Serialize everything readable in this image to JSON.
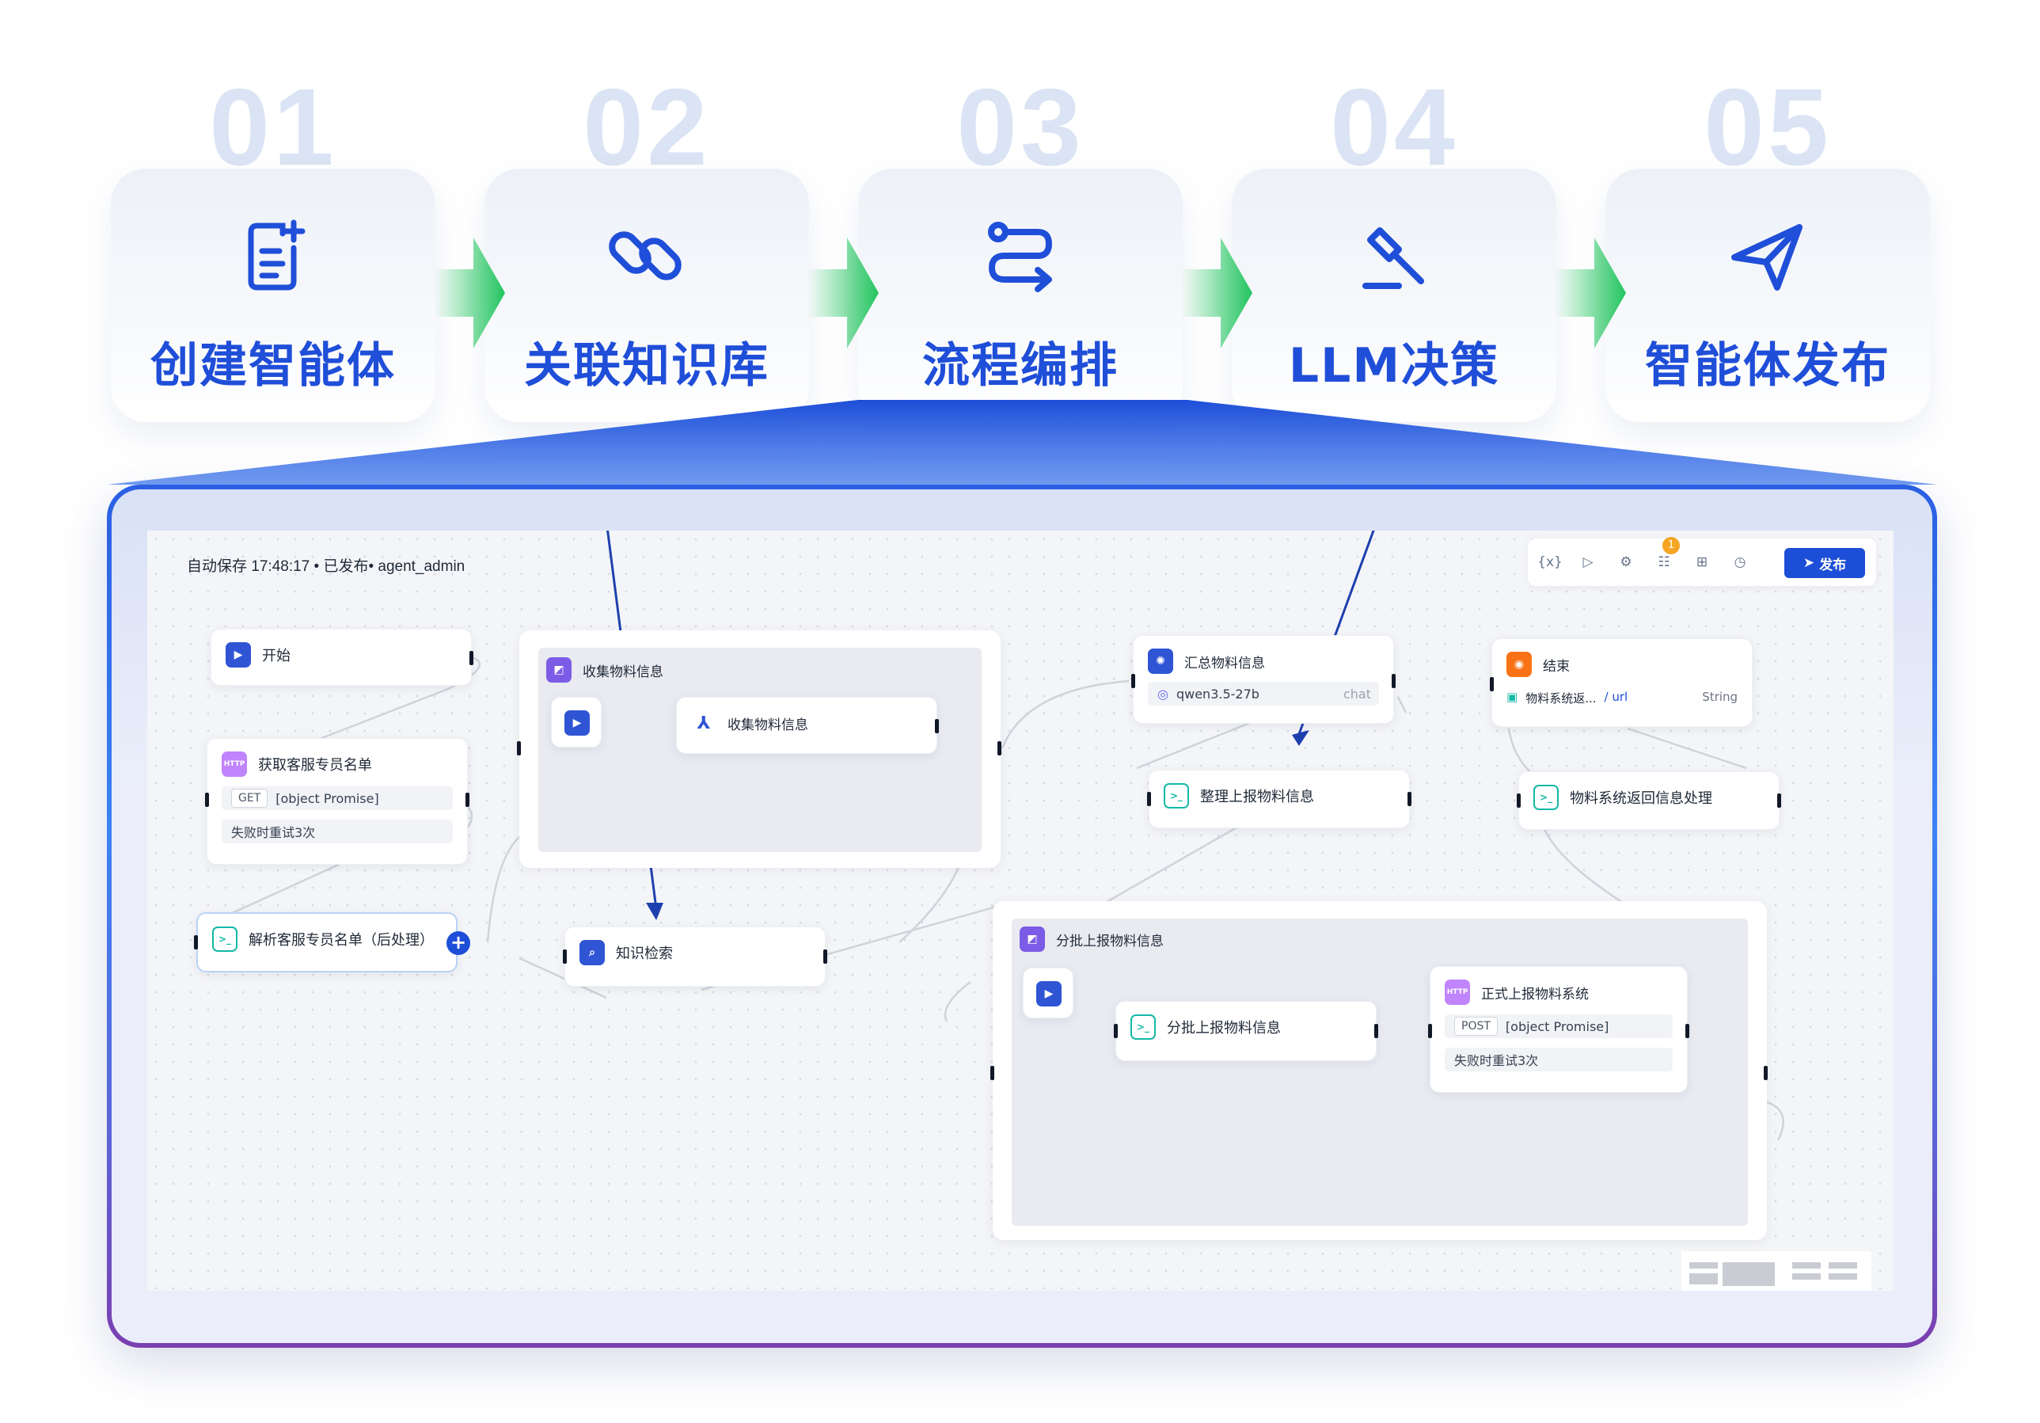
{
  "steps": [
    {
      "num": "01",
      "title": "创建智能体",
      "icon": "note-add-icon"
    },
    {
      "num": "02",
      "title": "关联知识库",
      "icon": "link-icon"
    },
    {
      "num": "03",
      "title": "流程编排",
      "icon": "route-icon"
    },
    {
      "num": "04",
      "title": "LLM决策",
      "icon": "gavel-icon"
    },
    {
      "num": "05",
      "title": "智能体发布",
      "icon": "send-icon"
    }
  ],
  "editor": {
    "status": "自动保存 17:48:17 • 已发布• agent_admin",
    "toolbar": {
      "variable_icon": "{x}",
      "badge_count": "1",
      "publish_label": "发布"
    },
    "nodes": {
      "start": {
        "title": "开始"
      },
      "fetch": {
        "title": "获取客服专员名单",
        "method": "GET",
        "value": "[object Promise]",
        "retry": "失败时重试3次"
      },
      "parse": {
        "title": "解析客服专员名单（后处理）"
      },
      "collect_group": {
        "title": "收集物料信息"
      },
      "collect_inner": {
        "title": "收集物料信息"
      },
      "kb": {
        "title": "知识检索"
      },
      "summary": {
        "title": "汇总物料信息",
        "model": "qwen3.5-27b",
        "mode": "chat"
      },
      "organize": {
        "title": "整理上报物料信息"
      },
      "end": {
        "title": "结束",
        "var": "物料系统返...",
        "path": "/ url",
        "type": "String"
      },
      "return_proc": {
        "title": "物料系统返回信息处理"
      },
      "batch_group": {
        "title": "分批上报物料信息"
      },
      "batch_inner": {
        "title": "分批上报物料信息"
      },
      "report": {
        "title": "正式上报物料系统",
        "method": "POST",
        "value": "[object Promise]",
        "retry": "失败时重试3次"
      }
    }
  },
  "colors": {
    "accent": "#1f4ed8",
    "step_number": "#dbe4f4",
    "arrow_green": "#22c55e",
    "frame_top": "#2b5fe3",
    "frame_bottom": "#7b3fb0",
    "annotation_line": "#1e40af"
  }
}
